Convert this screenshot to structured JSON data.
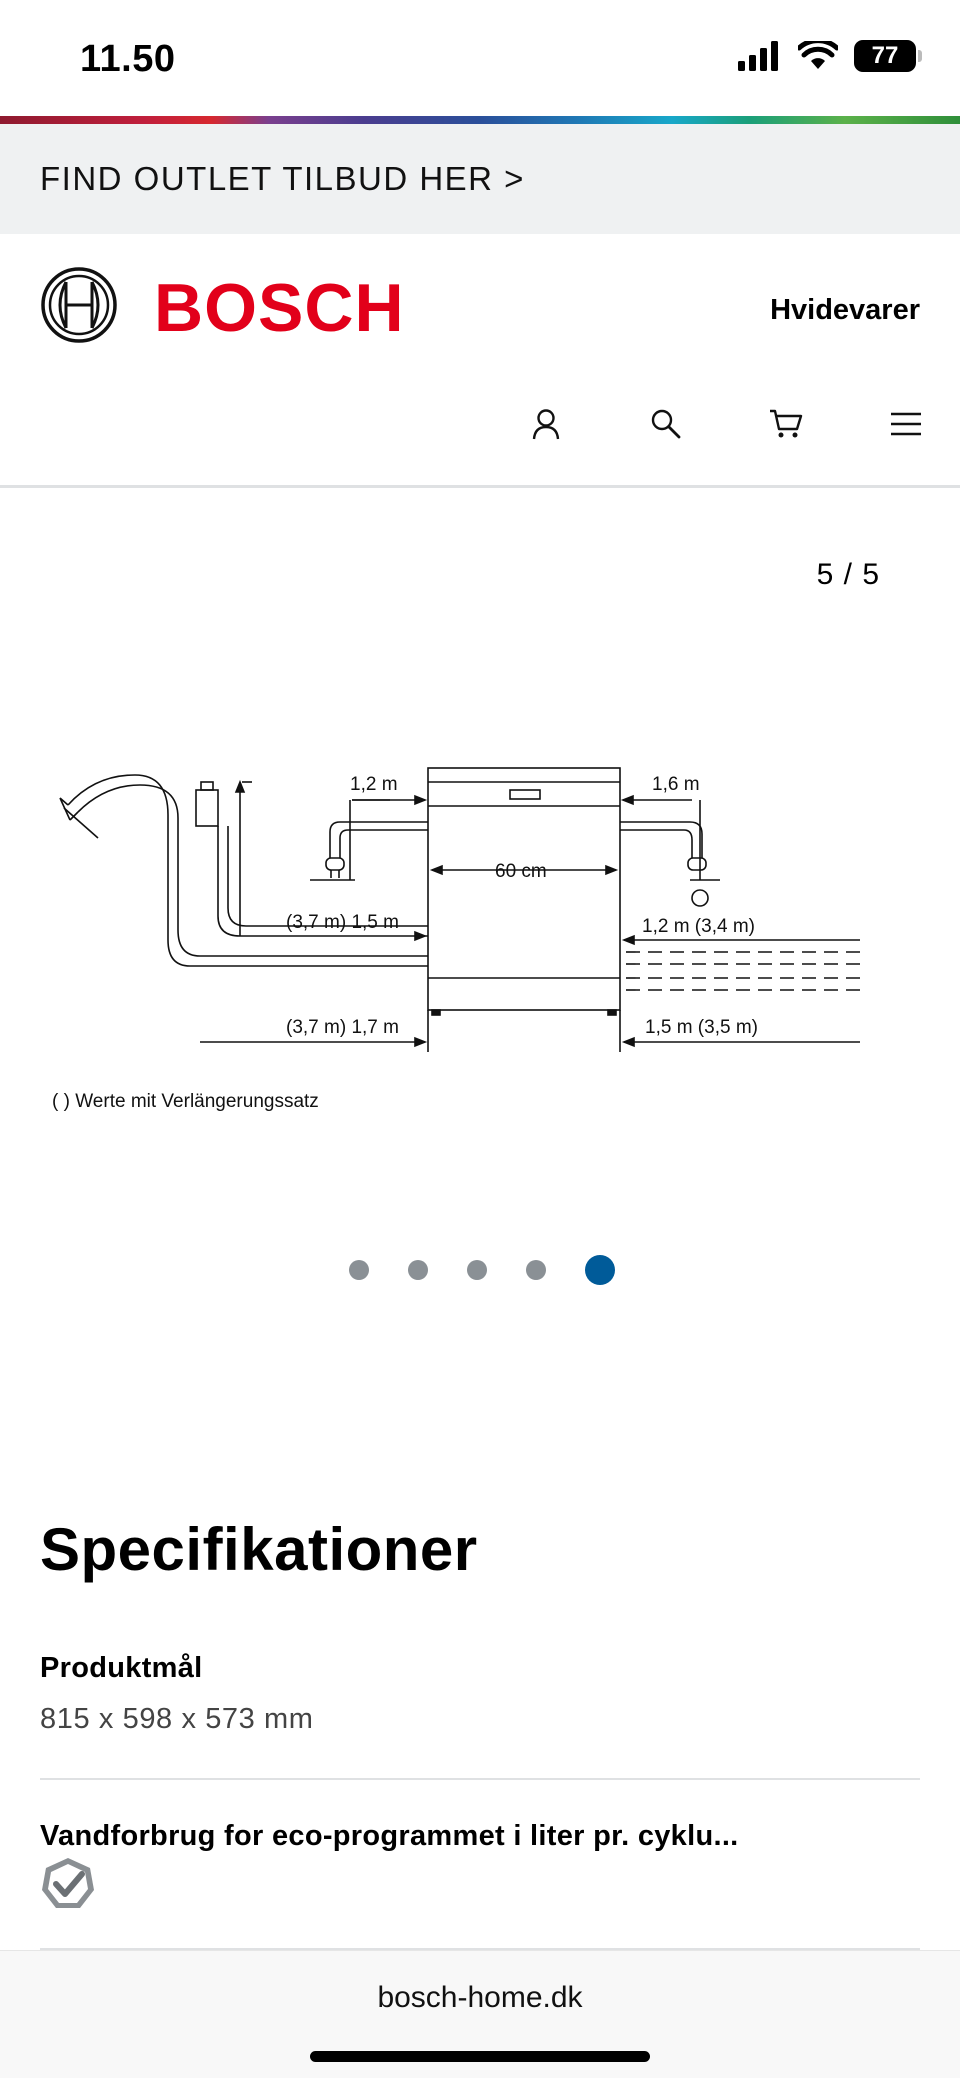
{
  "status_bar": {
    "time": "11.50",
    "battery": "77"
  },
  "promo": {
    "text": "FIND OUTLET TILBUD HER >"
  },
  "header": {
    "brand": "BOSCH",
    "category": "Hvidevarer",
    "nav_icons": [
      "user-icon",
      "search-icon",
      "cart-icon",
      "menu-icon"
    ]
  },
  "gallery": {
    "counter": "5 / 5",
    "total": 5,
    "active": 5,
    "diagram_labels": {
      "left_top": "1,2 m",
      "right_top": "1,6 m",
      "width": "60 cm",
      "left_hose_upper": "(3,7 m) 1,5 m",
      "left_hose_lower": "(3,7 m) 1,7 m",
      "right_upper": "1,2 m (3,4 m)",
      "right_lower": "1,5 m (3,5 m)",
      "note": "( ) Werte mit Verlängerungssatz"
    }
  },
  "specs": {
    "title": "Specifikationer",
    "items": [
      {
        "label": "Produktmål",
        "value": "815 x 598 x 573 mm"
      },
      {
        "label": "Vandforbrug for eco-programmet i liter pr. cyklu...",
        "value": ""
      }
    ]
  },
  "bottom": {
    "url": "bosch-home.dk"
  },
  "colors": {
    "brand_red": "#e2001a",
    "active_dot": "#005b99",
    "inactive_dot": "#8a9095"
  }
}
